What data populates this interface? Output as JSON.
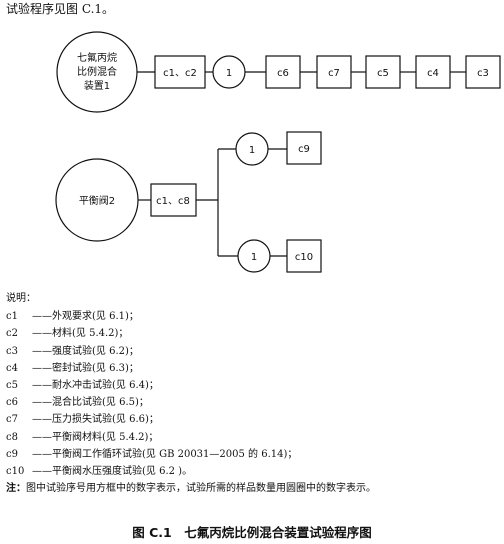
{
  "intro": "试验程序见图 C.1。",
  "diagram": {
    "device1_lines": [
      "七氟丙烷",
      "比例混合",
      "装置1"
    ],
    "valve2": "平衡阀2",
    "top_row": [
      "c1、c2",
      "1",
      "c6",
      "c7",
      "c5",
      "c4",
      "c3"
    ],
    "mid_box": "c1、c8",
    "upper_branch": [
      "1",
      "c9"
    ],
    "lower_branch": [
      "1",
      "c10"
    ]
  },
  "legend": {
    "title": "说明：",
    "items": [
      {
        "code": "c1",
        "text": "——外观要求(见 6.1)；"
      },
      {
        "code": "c2",
        "text": "——材料(见 5.4.2)；"
      },
      {
        "code": "c3",
        "text": "——强度试验(见 6.2)；"
      },
      {
        "code": "c4",
        "text": "——密封试验(见 6.3)；"
      },
      {
        "code": "c5",
        "text": "——耐水冲击试验(见 6.4)；"
      },
      {
        "code": "c6",
        "text": "——混合比试验(见 6.5)；"
      },
      {
        "code": "c7",
        "text": "——压力损失试验(见 6.6)；"
      },
      {
        "code": "c8",
        "text": "——平衡阀材料(见 5.4.2)；"
      },
      {
        "code": "c9",
        "text": "——平衡阀工作循环试验(见 GB 20031—2005 的 6.14)；"
      },
      {
        "code": "c10",
        "text": "——平衡阀水压强度试验(见 6.2 )。"
      }
    ],
    "note_label": "注：",
    "note_text": "图中试验序号用方框中的数字表示，试验所需的样品数量用圆圈中的数字表示。"
  },
  "caption": "图 C.1　七氟丙烷比例混合装置试验程序图"
}
